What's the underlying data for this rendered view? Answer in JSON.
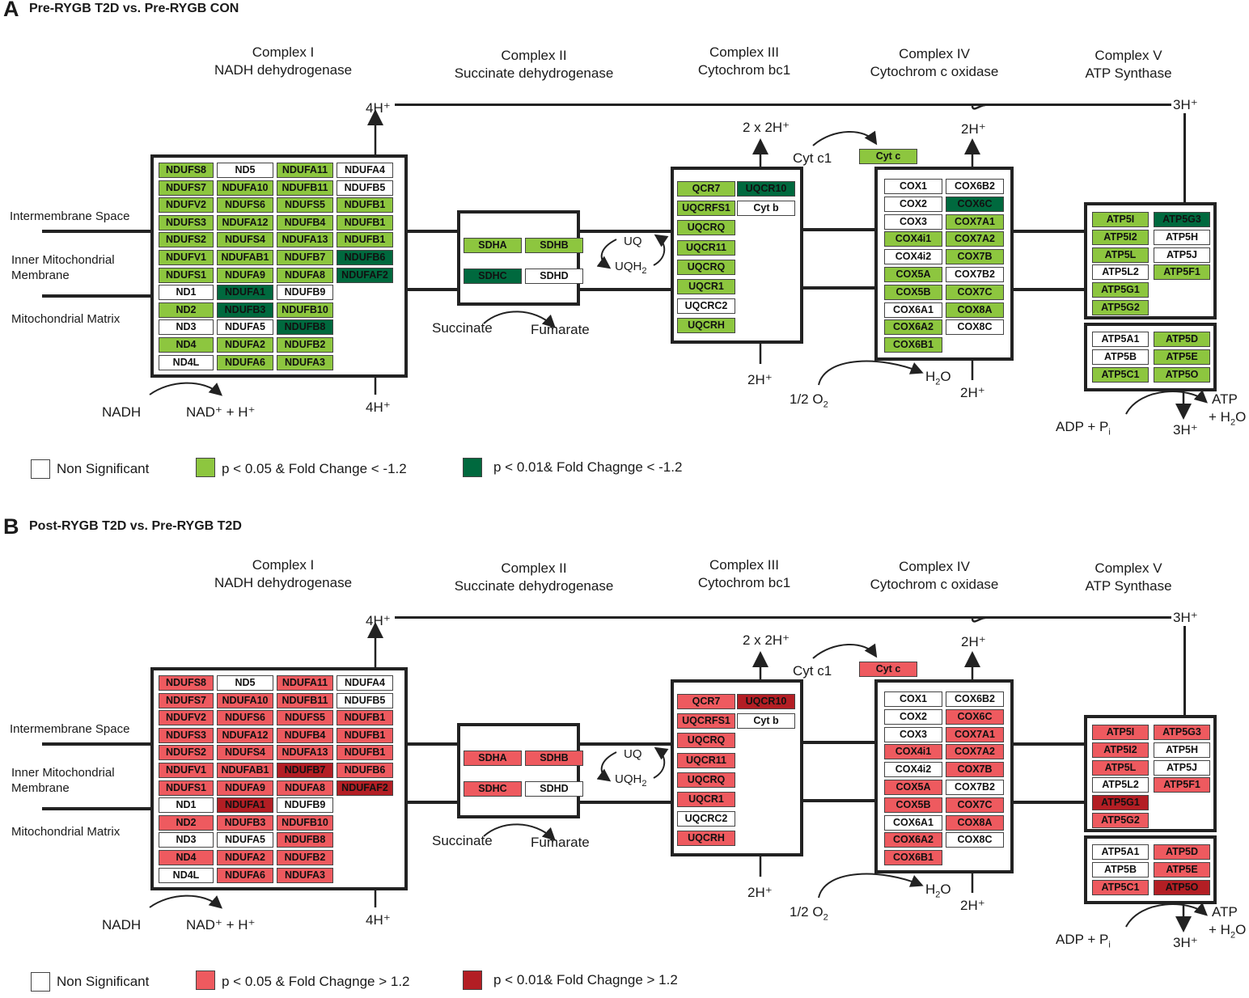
{
  "panels": [
    {
      "id": "A",
      "letter": "A",
      "title": "Pre-RYGB T2D vs. Pre-RYGB CON",
      "colors": {
        "light": "#8dc63f",
        "dark": "#00693e"
      },
      "legend": {
        "ns": "Non Significant",
        "light": "p < 0.05 & Fold Change < -1.2",
        "dark": "p < 0.01& Fold Chagnge < -1.2"
      },
      "complex1": [
        [
          [
            "NDUFS8",
            "L"
          ],
          [
            "ND5",
            "N"
          ],
          [
            "NDUFA11",
            "L"
          ],
          [
            "NDUFA4",
            "N"
          ]
        ],
        [
          [
            "NDUFS7",
            "L"
          ],
          [
            "NDUFA10",
            "L"
          ],
          [
            "NDUFB11",
            "L"
          ],
          [
            "NDUFB5",
            "N"
          ]
        ],
        [
          [
            "NDUFV2",
            "L"
          ],
          [
            "NDUFS6",
            "L"
          ],
          [
            "NDUFS5",
            "L"
          ],
          [
            "NDUFB1",
            "L"
          ]
        ],
        [
          [
            "NDUFS3",
            "L"
          ],
          [
            "NDUFA12",
            "L"
          ],
          [
            "NDUFB4",
            "L"
          ],
          [
            "NDUFB1",
            "L"
          ]
        ],
        [
          [
            "NDUFS2",
            "L"
          ],
          [
            "NDUFS4",
            "L"
          ],
          [
            "NDUFA13",
            "L"
          ],
          [
            "NDUFB1",
            "L"
          ]
        ],
        [
          [
            "NDUFV1",
            "L"
          ],
          [
            "NDUFAB1",
            "L"
          ],
          [
            "NDUFB7",
            "L"
          ],
          [
            "NDUFB6",
            "D"
          ]
        ],
        [
          [
            "NDUFS1",
            "L"
          ],
          [
            "NDUFA9",
            "L"
          ],
          [
            "NDUFA8",
            "L"
          ],
          [
            "NDUFAF2",
            "D"
          ]
        ],
        [
          [
            "ND1",
            "N"
          ],
          [
            "NDUFA1",
            "D"
          ],
          [
            "NDUFB9",
            "N"
          ]
        ],
        [
          [
            "ND2",
            "L"
          ],
          [
            "NDUFB3",
            "D"
          ],
          [
            "NDUFB10",
            "L"
          ]
        ],
        [
          [
            "ND3",
            "N"
          ],
          [
            "NDUFA5",
            "N"
          ],
          [
            "NDUFB8",
            "D"
          ]
        ],
        [
          [
            "ND4",
            "L"
          ],
          [
            "NDUFA2",
            "L"
          ],
          [
            "NDUFB2",
            "L"
          ]
        ],
        [
          [
            "ND4L",
            "N"
          ],
          [
            "NDUFA6",
            "L"
          ],
          [
            "NDUFA3",
            "L"
          ]
        ]
      ],
      "complex2": [
        [
          [
            "SDHA",
            "L"
          ],
          [
            "SDHB",
            "L"
          ]
        ],
        [
          [
            "SDHC",
            "D"
          ],
          [
            "SDHD",
            "N"
          ]
        ]
      ],
      "complex3_col1": [
        [
          "QCR7",
          "L"
        ],
        [
          "UQCRFS1",
          "L"
        ],
        [
          "UQCRQ",
          "L"
        ],
        [
          "UQCR11",
          "L"
        ],
        [
          "UQCRQ",
          "L"
        ],
        [
          "UQCR1",
          "L"
        ],
        [
          "UQCRC2",
          "N"
        ],
        [
          "UQCRH",
          "L"
        ]
      ],
      "complex3_col2": [
        [
          "UQCR10",
          "D"
        ],
        [
          "Cyt b",
          "N"
        ]
      ],
      "cytc": [
        "Cyt  c",
        "L"
      ],
      "complex4": [
        [
          [
            "COX1",
            "N"
          ],
          [
            "COX6B2",
            "N"
          ]
        ],
        [
          [
            "COX2",
            "N"
          ],
          [
            "COX6C",
            "D"
          ]
        ],
        [
          [
            "COX3",
            "N"
          ],
          [
            "COX7A1",
            "L"
          ]
        ],
        [
          [
            "COX4i1",
            "L"
          ],
          [
            "COX7A2",
            "L"
          ]
        ],
        [
          [
            "COX4i2",
            "N"
          ],
          [
            "COX7B",
            "L"
          ]
        ],
        [
          [
            "COX5A",
            "L"
          ],
          [
            "COX7B2",
            "N"
          ]
        ],
        [
          [
            "COX5B",
            "L"
          ],
          [
            "COX7C",
            "L"
          ]
        ],
        [
          [
            "COX6A1",
            "N"
          ],
          [
            "COX8A",
            "L"
          ]
        ],
        [
          [
            "COX6A2",
            "L"
          ],
          [
            "COX8C",
            "N"
          ]
        ],
        [
          [
            "COX6B1",
            "L"
          ]
        ]
      ],
      "complex5_top": [
        [
          [
            "ATP5I",
            "L"
          ],
          [
            "ATP5G3",
            "D"
          ]
        ],
        [
          [
            "ATP5I2",
            "L"
          ],
          [
            "ATP5H",
            "N"
          ]
        ],
        [
          [
            "ATP5L",
            "L"
          ],
          [
            "ATP5J",
            "N"
          ]
        ],
        [
          [
            "ATP5L2",
            "N"
          ],
          [
            "ATP5F1",
            "L"
          ]
        ],
        [
          [
            "ATP5G1",
            "L"
          ]
        ],
        [
          [
            "ATP5G2",
            "L"
          ]
        ]
      ],
      "complex5_bottom": [
        [
          [
            "ATP5A1",
            "N"
          ],
          [
            "ATP5D",
            "L"
          ]
        ],
        [
          [
            "ATP5B",
            "N"
          ],
          [
            "ATP5E",
            "L"
          ]
        ],
        [
          [
            "ATP5C1",
            "L"
          ],
          [
            "ATP5O",
            "L"
          ]
        ]
      ]
    },
    {
      "id": "B",
      "letter": "B",
      "title": "Post-RYGB T2D vs. Pre-RYGB T2D",
      "colors": {
        "light": "#ee5a5f",
        "dark": "#b31e24"
      },
      "legend": {
        "ns": "Non Significant",
        "light": "p < 0.05 & Fold Chagnge > 1.2",
        "dark": "p < 0.01& Fold Chagnge > 1.2"
      },
      "complex1": [
        [
          [
            "NDUFS8",
            "L"
          ],
          [
            "ND5",
            "N"
          ],
          [
            "NDUFA11",
            "L"
          ],
          [
            "NDUFA4",
            "N"
          ]
        ],
        [
          [
            "NDUFS7",
            "L"
          ],
          [
            "NDUFA10",
            "L"
          ],
          [
            "NDUFB11",
            "L"
          ],
          [
            "NDUFB5",
            "N"
          ]
        ],
        [
          [
            "NDUFV2",
            "L"
          ],
          [
            "NDUFS6",
            "L"
          ],
          [
            "NDUFS5",
            "L"
          ],
          [
            "NDUFB1",
            "L"
          ]
        ],
        [
          [
            "NDUFS3",
            "L"
          ],
          [
            "NDUFA12",
            "L"
          ],
          [
            "NDUFB4",
            "L"
          ],
          [
            "NDUFB1",
            "L"
          ]
        ],
        [
          [
            "NDUFS2",
            "L"
          ],
          [
            "NDUFS4",
            "L"
          ],
          [
            "NDUFA13",
            "L"
          ],
          [
            "NDUFB1",
            "L"
          ]
        ],
        [
          [
            "NDUFV1",
            "L"
          ],
          [
            "NDUFAB1",
            "L"
          ],
          [
            "NDUFB7",
            "D"
          ],
          [
            "NDUFB6",
            "L"
          ]
        ],
        [
          [
            "NDUFS1",
            "L"
          ],
          [
            "NDUFA9",
            "L"
          ],
          [
            "NDUFA8",
            "L"
          ],
          [
            "NDUFAF2",
            "D"
          ]
        ],
        [
          [
            "ND1",
            "N"
          ],
          [
            "NDUFA1",
            "D"
          ],
          [
            "NDUFB9",
            "N"
          ]
        ],
        [
          [
            "ND2",
            "L"
          ],
          [
            "NDUFB3",
            "L"
          ],
          [
            "NDUFB10",
            "L"
          ]
        ],
        [
          [
            "ND3",
            "N"
          ],
          [
            "NDUFA5",
            "N"
          ],
          [
            "NDUFB8",
            "L"
          ]
        ],
        [
          [
            "ND4",
            "L"
          ],
          [
            "NDUFA2",
            "L"
          ],
          [
            "NDUFB2",
            "L"
          ]
        ],
        [
          [
            "ND4L",
            "N"
          ],
          [
            "NDUFA6",
            "L"
          ],
          [
            "NDUFA3",
            "L"
          ]
        ]
      ],
      "complex2": [
        [
          [
            "SDHA",
            "L"
          ],
          [
            "SDHB",
            "L"
          ]
        ],
        [
          [
            "SDHC",
            "L"
          ],
          [
            "SDHD",
            "N"
          ]
        ]
      ],
      "complex3_col1": [
        [
          "QCR7",
          "L"
        ],
        [
          "UQCRFS1",
          "L"
        ],
        [
          "UQCRQ",
          "L"
        ],
        [
          "UQCR11",
          "L"
        ],
        [
          "UQCRQ",
          "L"
        ],
        [
          "UQCR1",
          "L"
        ],
        [
          "UQCRC2",
          "N"
        ],
        [
          "UQCRH",
          "L"
        ]
      ],
      "complex3_col2": [
        [
          "UQCR10",
          "D"
        ],
        [
          "Cyt b",
          "N"
        ]
      ],
      "cytc": [
        "Cyt  c",
        "L"
      ],
      "complex4": [
        [
          [
            "COX1",
            "N"
          ],
          [
            "COX6B2",
            "N"
          ]
        ],
        [
          [
            "COX2",
            "N"
          ],
          [
            "COX6C",
            "L"
          ]
        ],
        [
          [
            "COX3",
            "N"
          ],
          [
            "COX7A1",
            "L"
          ]
        ],
        [
          [
            "COX4i1",
            "L"
          ],
          [
            "COX7A2",
            "L"
          ]
        ],
        [
          [
            "COX4i2",
            "N"
          ],
          [
            "COX7B",
            "L"
          ]
        ],
        [
          [
            "COX5A",
            "L"
          ],
          [
            "COX7B2",
            "N"
          ]
        ],
        [
          [
            "COX5B",
            "L"
          ],
          [
            "COX7C",
            "L"
          ]
        ],
        [
          [
            "COX6A1",
            "N"
          ],
          [
            "COX8A",
            "L"
          ]
        ],
        [
          [
            "COX6A2",
            "L"
          ],
          [
            "COX8C",
            "N"
          ]
        ],
        [
          [
            "COX6B1",
            "L"
          ]
        ]
      ],
      "complex5_top": [
        [
          [
            "ATP5I",
            "L"
          ],
          [
            "ATP5G3",
            "L"
          ]
        ],
        [
          [
            "ATP5I2",
            "L"
          ],
          [
            "ATP5H",
            "N"
          ]
        ],
        [
          [
            "ATP5L",
            "L"
          ],
          [
            "ATP5J",
            "N"
          ]
        ],
        [
          [
            "ATP5L2",
            "N"
          ],
          [
            "ATP5F1",
            "L"
          ]
        ],
        [
          [
            "ATP5G1",
            "D"
          ]
        ],
        [
          [
            "ATP5G2",
            "L"
          ]
        ]
      ],
      "complex5_bottom": [
        [
          [
            "ATP5A1",
            "N"
          ],
          [
            "ATP5D",
            "L"
          ]
        ],
        [
          [
            "ATP5B",
            "N"
          ],
          [
            "ATP5E",
            "L"
          ]
        ],
        [
          [
            "ATP5C1",
            "L"
          ],
          [
            "ATP5O",
            "D"
          ]
        ]
      ]
    }
  ],
  "labels": {
    "complex1_title": "Complex I",
    "complex1_sub": "NADH dehydrogenase",
    "complex2_title": "Complex II",
    "complex2_sub": "Succinate dehydrogenase",
    "complex3_title": "Complex III",
    "complex3_sub": "Cytochrom bc1",
    "complex4_title": "Complex IV",
    "complex4_sub": "Cytochrom c oxidase",
    "complex5_title": "Complex V",
    "complex5_sub": "ATP Synthase",
    "intermembrane": "Intermembrane Space",
    "inner_membrane_1": "Inner Mitochondrial",
    "inner_membrane_2": "Membrane",
    "matrix": "Mitochondrial Matrix",
    "nadh": "NADH",
    "nad": "NAD⁺ + H⁺",
    "h4": "4H⁺",
    "uq": "UQ",
    "uqh2": "UQH",
    "succinate": "Succinate",
    "fumarate": "Fumarate",
    "h2x2": "2 x 2H⁺",
    "cytc1": "Cyt c1",
    "h2": "2H⁺",
    "o2": "1/2 O",
    "h2o": "H",
    "h2o_tail": "O",
    "h3": "3H⁺",
    "atp": "ATP",
    "h2o_plus": "+ H",
    "adp": "ADP + P"
  }
}
